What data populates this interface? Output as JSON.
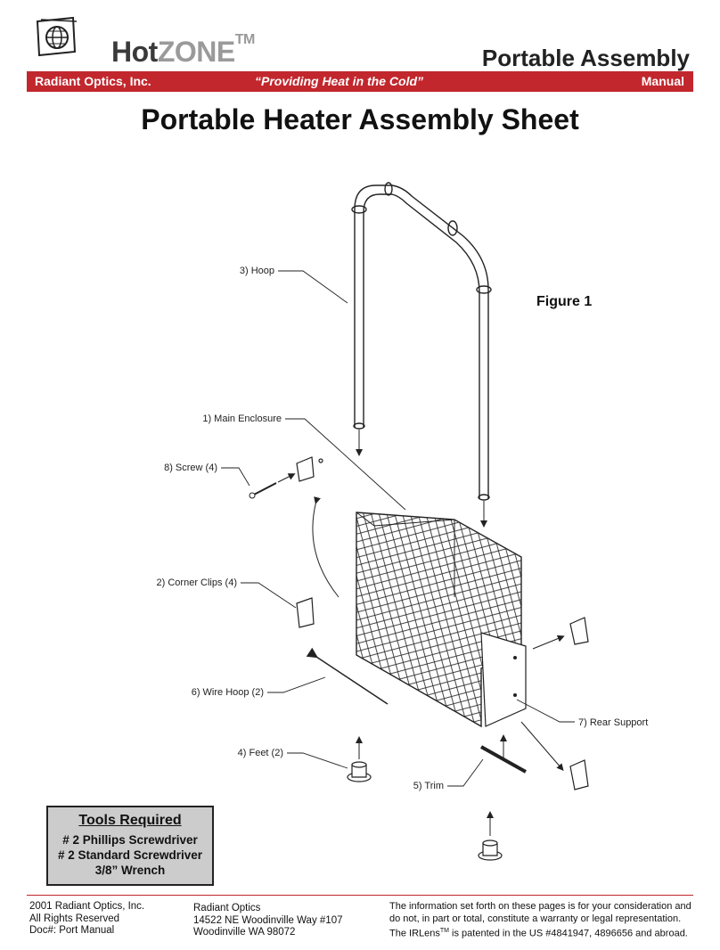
{
  "header": {
    "brand_hot": "Hot",
    "brand_zone": "ZONE",
    "brand_tm": "TM",
    "doc_type": "Portable Assembly",
    "company": "Radiant Optics, Inc.",
    "slogan": "“Providing Heat in the Cold”",
    "manual": "Manual",
    "accent_color": "#c1272d"
  },
  "title": "Portable Heater Assembly Sheet",
  "figure": {
    "label": "Figure 1",
    "callouts": {
      "hoop": "3) Hoop",
      "main_enclosure": "1) Main Enclosure",
      "screw": "8) Screw (4)",
      "corner_clips": "2) Corner Clips (4)",
      "wire_hoop": "6) Wire Hoop (2)",
      "rear_support": "7) Rear Support",
      "feet": "4) Feet (2)",
      "trim": "5) Trim"
    }
  },
  "tools": {
    "heading": "Tools Required",
    "items": [
      "# 2 Phillips Screwdriver",
      "# 2 Standard Screwdriver",
      "3/8” Wrench"
    ]
  },
  "footer": {
    "left": [
      "2001 Radiant  Optics, Inc.",
      "All  Rights Reserved",
      "Doc#: Port Manual"
    ],
    "middle": [
      "Radiant Optics",
      "14522 NE Woodinville Way #107",
      "Woodinville WA 98072"
    ],
    "right_1": "The information set forth on these pages is for your consideration and",
    "right_2": "do not, in part or total,  constitute a warranty or legal representation.",
    "right_3a": "The IRLens",
    "right_3tm": "TM",
    "right_3b": " is patented in the US #4841947, 4896656 and abroad."
  }
}
